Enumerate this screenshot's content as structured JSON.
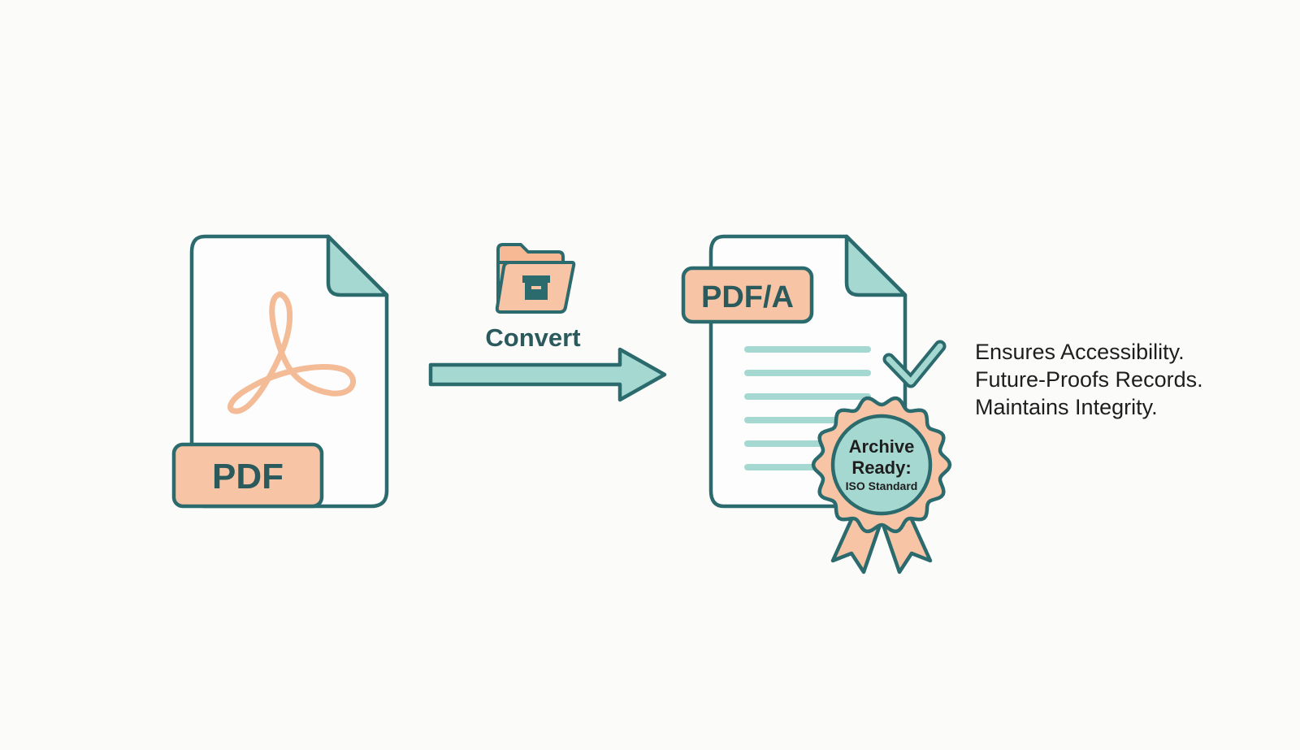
{
  "source_file": {
    "badge_label": "PDF",
    "icon": "adobe-acrobat-icon"
  },
  "conversion": {
    "label": "Convert",
    "icon": "archive-folder-icon"
  },
  "target_file": {
    "badge_label": "PDF/A",
    "icon": "checkmark-icon"
  },
  "seal": {
    "line1": "Archive",
    "line2": "Ready:",
    "line3": "ISO Standard",
    "icon": "award-ribbon-icon"
  },
  "benefits": [
    "Ensures Accessibility.",
    "Future-Proofs Records.",
    "Maintains Integrity."
  ],
  "colors": {
    "outline": "#2c6b6d",
    "peach": "#f7c4a5",
    "teal_light": "#a6d8d2",
    "text_dark": "#2b5a5c",
    "background": "#fbfbfa"
  }
}
